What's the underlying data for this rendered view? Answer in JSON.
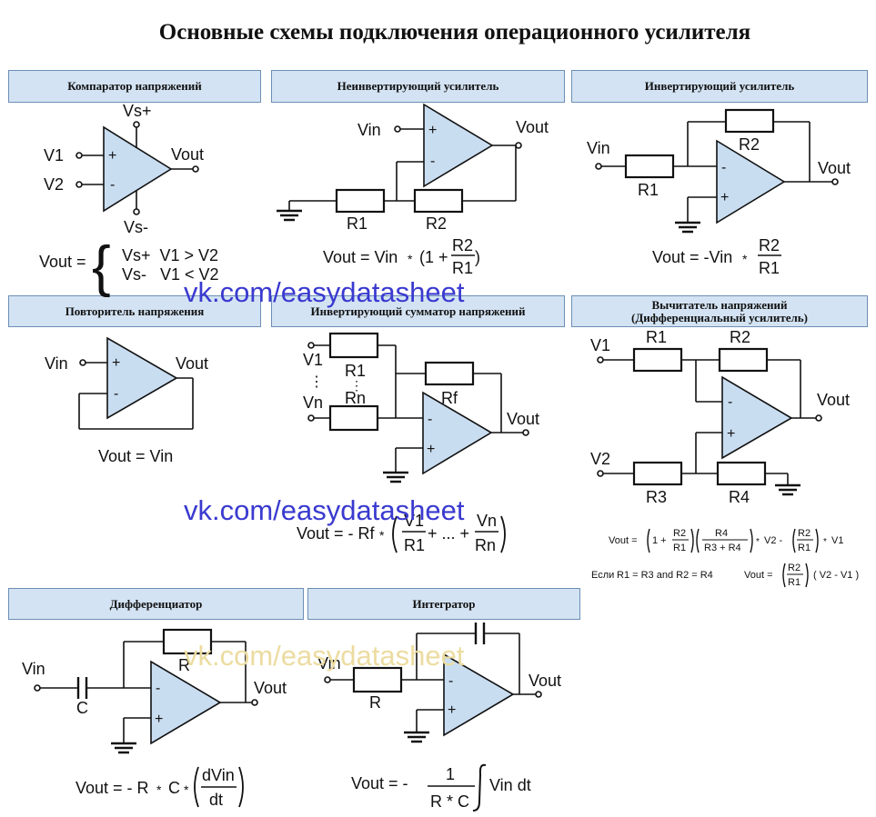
{
  "title": "Основные схемы подключения операционного усилителя",
  "watermark": "vk.com/easydatasheet",
  "panels": {
    "comparator": {
      "header": "Компаратор напряжений",
      "labels": {
        "vsp": "Vs+",
        "vsm": "Vs-",
        "v1": "V1",
        "v2": "V2",
        "vout": "Vout"
      },
      "formula": {
        "lhs": "Vout =",
        "case1": "Vs+  V1 > V2",
        "case2": "Vs-   V1 < V2"
      }
    },
    "noninverting": {
      "header": "Неинвертирующий усилитель",
      "labels": {
        "vin": "Vin",
        "vout": "Vout",
        "r1": "R1",
        "r2": "R2"
      },
      "formula": {
        "lhs": "Vout = Vin",
        "mid": "(1 +",
        "num": "R2",
        "den": "R1",
        "close": ")"
      }
    },
    "inverting": {
      "header": "Инвертирующий усилитель",
      "labels": {
        "vin": "Vin",
        "vout": "Vout",
        "r1": "R1",
        "r2": "R2"
      },
      "formula": {
        "lhs": "Vout = -Vin",
        "num": "R2",
        "den": "R1"
      }
    },
    "follower": {
      "header": "Повторитель напряжения",
      "labels": {
        "vin": "Vin",
        "vout": "Vout"
      },
      "formula": "Vout = Vin"
    },
    "summer": {
      "header": "Инвертирующий сумматор напряжений",
      "labels": {
        "v1": "V1",
        "vn": "Vn",
        "r1": "R1",
        "rn": "Rn",
        "rf": "Rf",
        "vout": "Vout"
      },
      "formula": {
        "lhs": "Vout = - Rf",
        "n1": "V1",
        "d1": "R1",
        "mid": "+ ... +",
        "n2": "Vn",
        "d2": "Rn"
      }
    },
    "subtractor": {
      "header": "Вычитатель напряжений (Дифференциальный усилитель)",
      "labels": {
        "v1": "V1",
        "v2": "V2",
        "r1": "R1",
        "r2": "R2",
        "r3": "R3",
        "r4": "R4",
        "vout": "Vout"
      },
      "formula1": {
        "lhs": "Vout =",
        "one": "1 +",
        "a_num": "R2",
        "a_den": "R1",
        "b_num": "R4",
        "b_den": "R3 + R4",
        "mid": "V2 -",
        "c_num": "R2",
        "c_den": "R1",
        "tail": "V1"
      },
      "formula2": {
        "cond_word": "Если",
        "cond": "R1 = R3 and R2 = R4",
        "lhs": "Vout =",
        "num": "R2",
        "den": "R1",
        "tail": "( V2 - V1 )"
      }
    },
    "differentiator": {
      "header": "Дифференциатор",
      "labels": {
        "vin": "Vin",
        "c": "C",
        "r": "R",
        "vout": "Vout"
      },
      "formula": {
        "lhs": "Vout = - R",
        "c": "C",
        "num": "dVin",
        "den": "dt"
      }
    },
    "integrator": {
      "header": "Интегратор",
      "labels": {
        "vin": "Vin",
        "r": "R",
        "vout": "Vout"
      },
      "formula": {
        "lhs": "Vout = -",
        "num": "1",
        "den": "R * C",
        "tail": "Vin dt"
      }
    }
  },
  "colors": {
    "opamp_fill": "#c9ddf1",
    "header_fill": "#d3e3f3",
    "header_border": "#6c8fb5",
    "watermark_blue": "#3a3ad0",
    "watermark_light": "#ecdca0"
  }
}
